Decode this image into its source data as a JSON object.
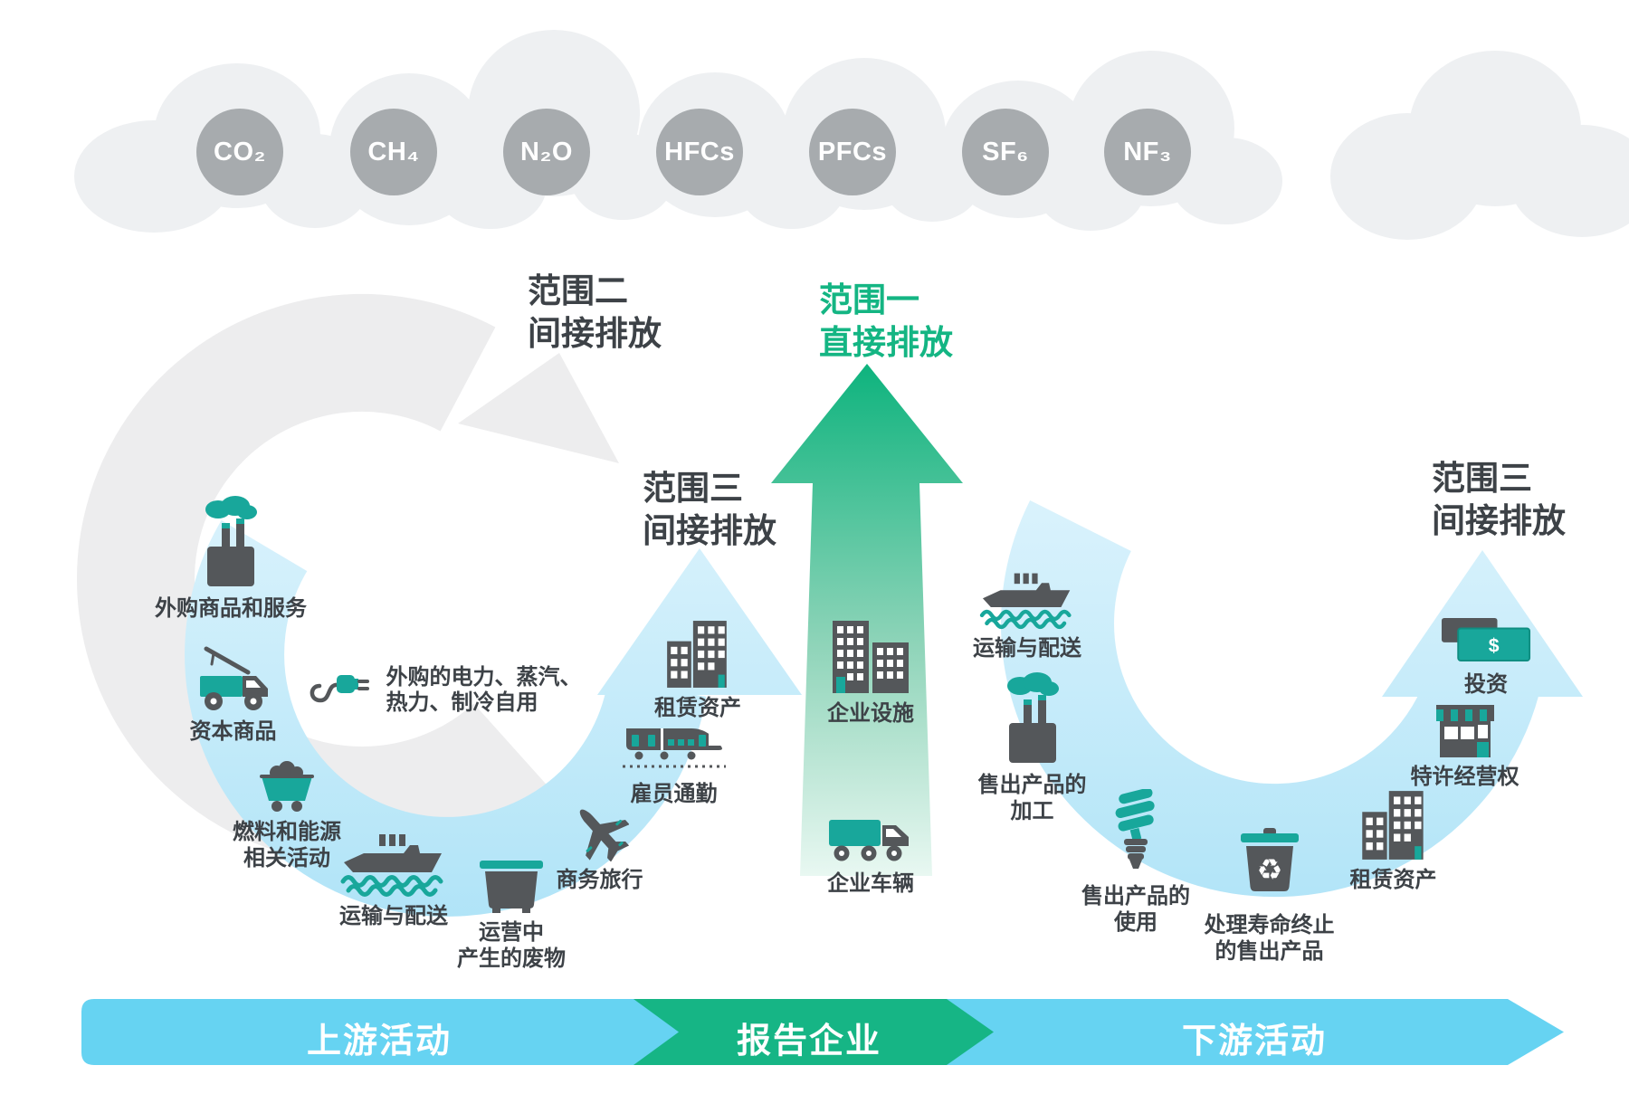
{
  "gases": [
    {
      "label": "CO₂"
    },
    {
      "label": "CH₄"
    },
    {
      "label": "N₂O"
    },
    {
      "label": "HFCs"
    },
    {
      "label": "PFCs"
    },
    {
      "label": "SF₆"
    },
    {
      "label": "NF₃"
    }
  ],
  "scopes": {
    "scope2": {
      "title": "范围二",
      "subtitle": "间接排放"
    },
    "scope1": {
      "title": "范围一",
      "subtitle": "直接排放"
    },
    "scope3_upstream": {
      "title": "范围三",
      "subtitle": "间接排放"
    },
    "scope3_downstream": {
      "title": "范围三",
      "subtitle": "间接排放"
    }
  },
  "upstream": {
    "items": [
      {
        "name": "purchased-goods-and-services",
        "icon": "factory-icon",
        "label": [
          "外购商品和服务"
        ]
      },
      {
        "name": "capital-goods",
        "icon": "crane-truck-icon",
        "label": [
          "资本商品"
        ]
      },
      {
        "name": "purchased-energy",
        "icon": "plug-icon",
        "label": [
          "外购的电力、蒸汽、",
          "热力、制冷自用"
        ]
      },
      {
        "name": "fuel-and-energy-activities",
        "icon": "minecart-icon",
        "label": [
          "燃料和能源",
          "相关活动"
        ]
      },
      {
        "name": "transport-distribution",
        "icon": "ship-icon",
        "label": [
          "运输与配送"
        ]
      },
      {
        "name": "waste-in-operations",
        "icon": "dumpster-icon",
        "label": [
          "运营中",
          "产生的废物"
        ]
      },
      {
        "name": "business-travel",
        "icon": "plane-icon",
        "label": [
          "商务旅行"
        ]
      },
      {
        "name": "employee-commuting",
        "icon": "train-icon",
        "label": [
          "雇员通勤"
        ]
      },
      {
        "name": "leased-assets",
        "icon": "building-icon",
        "label": [
          "租赁资产"
        ]
      }
    ]
  },
  "company": {
    "items": [
      {
        "name": "company-facilities",
        "icon": "building-icon",
        "label": [
          "企业设施"
        ]
      },
      {
        "name": "company-vehicles",
        "icon": "truck-icon",
        "label": [
          "企业车辆"
        ]
      }
    ]
  },
  "downstream": {
    "items": [
      {
        "name": "transport-distribution",
        "icon": "ship-icon",
        "label": [
          "运输与配送"
        ]
      },
      {
        "name": "processing-of-sold-products",
        "icon": "factory-icon",
        "label": [
          "售出产品的",
          "加工"
        ]
      },
      {
        "name": "use-of-sold-products",
        "icon": "cfl-bulb-icon",
        "label": [
          "售出产品的",
          "使用"
        ]
      },
      {
        "name": "end-of-life-treatment",
        "icon": "recycle-bin-icon",
        "label": [
          "处理寿命终止",
          "的售出产品"
        ]
      },
      {
        "name": "leased-assets",
        "icon": "building-icon",
        "label": [
          "租赁资产"
        ]
      },
      {
        "name": "franchises",
        "icon": "store-icon",
        "label": [
          "特许经营权"
        ]
      },
      {
        "name": "investments",
        "icon": "money-icon",
        "label": [
          "投资"
        ]
      }
    ]
  },
  "footer": {
    "upstream_label": "上游活动",
    "company_label": "报告企业",
    "downstream_label": "下游活动"
  },
  "icons": {
    "recycle_symbol": "♻",
    "dollar_symbol": "$"
  },
  "colors": {
    "teal": "#18a79b",
    "dark": "#54575a",
    "text": "#3d4247",
    "green": "#14b583",
    "cloud": "#eef0f2",
    "gas_circle": "#a7abae",
    "gray_arc": "#ededee",
    "arc_blue": "#aee3f7",
    "arc_blue_light": "#d9f2fc",
    "footer_blue": "#66d3f2",
    "footer_green": "#16b585",
    "green_top": "#0db37d",
    "green_mid": "#8fd4b9",
    "green_bottom": "#e9f8f2"
  }
}
